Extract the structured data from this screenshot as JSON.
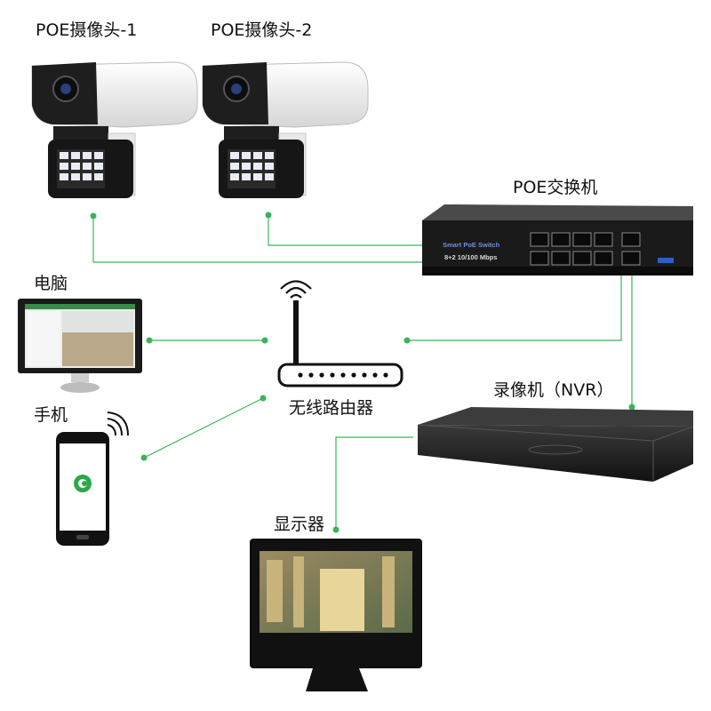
{
  "labels": {
    "camera1": "POE摄像头-1",
    "camera2": "POE摄像头-2",
    "switch": "POE交换机",
    "pc": "电脑",
    "router": "无线路由器",
    "nvr": "录像机（NVR）",
    "phone": "手机",
    "monitor": "显示器"
  },
  "switch_text": {
    "brand": "Smart PoE Switch",
    "ports": "8+2  10/100 Mbps"
  },
  "colors": {
    "link_line": "#3cb35a",
    "device_dark": "#1c1c1c",
    "camera_body": "#f2f2f2",
    "switch_accent": "#2a62c4"
  }
}
